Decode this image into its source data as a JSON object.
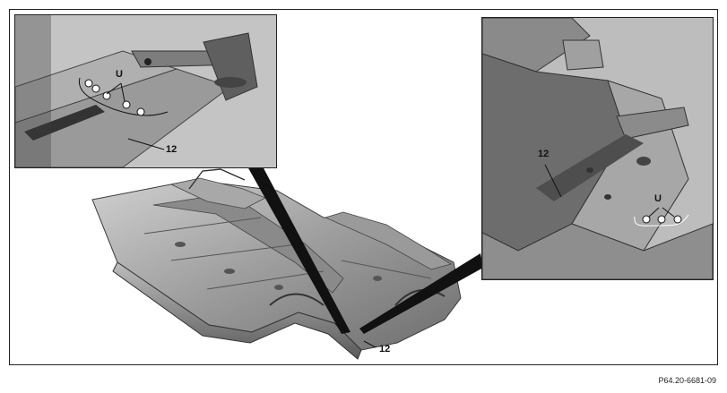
{
  "figure": {
    "reference_id": "P64.20-6681-09",
    "callouts": {
      "part_number": "12",
      "bolt_group": "U"
    }
  }
}
